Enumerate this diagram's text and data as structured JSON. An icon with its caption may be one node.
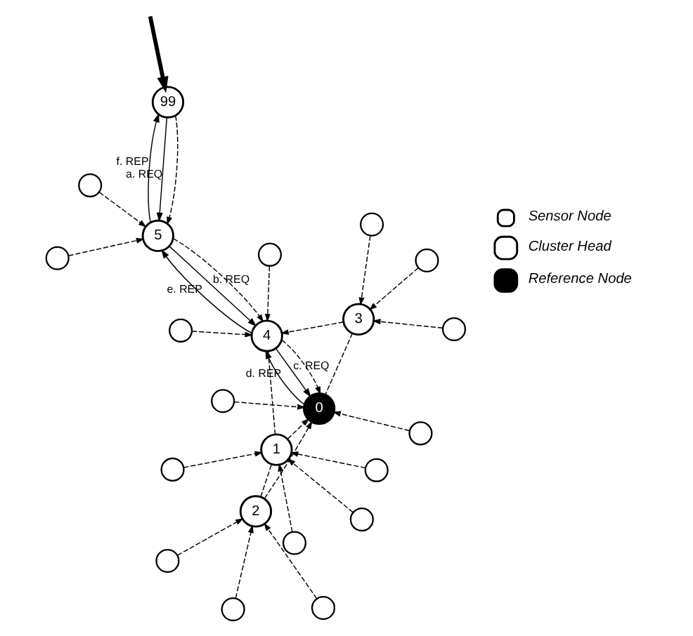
{
  "diagram": {
    "nodes": [
      {
        "text": [],
        "shape": "circle"
      },
      {
        "text": [],
        "shape": "circle"
      },
      {
        "text": [],
        "shape": "circle"
      },
      {
        "text": [
          "2"
        ]
      },
      {
        "text": [],
        "shape": "circle"
      },
      {
        "text": [],
        "shape": "circle"
      },
      {
        "text": [],
        "shape": "circle"
      },
      {
        "text": [],
        "shape": "circle"
      },
      {
        "text": [
          "1"
        ]
      },
      {
        "text": [
          "0"
        ]
      },
      {
        "text": [],
        "shape": "circle"
      },
      {
        "text": [],
        "shape": "circle"
      },
      {
        "text": [],
        "shape": "circle"
      },
      {
        "text": [],
        "shape": "circle"
      },
      {
        "text": [
          "3"
        ]
      },
      {
        "text": [
          "4"
        ]
      },
      {
        "text": [],
        "shape": "circle"
      },
      {
        "text": [],
        "shape": "circle"
      },
      {
        "text": [],
        "shape": "circle"
      },
      {
        "text": [],
        "shape": "circle"
      },
      {
        "text": [
          "5"
        ]
      },
      {
        "text": [],
        "shape": "circle"
      },
      {
        "text": [
          "99"
        ]
      }
    ],
    "edges": [
      {
        "from": 0,
        "to": 3,
        "arrow": "to",
        "style": "dashed"
      },
      {
        "from": 1,
        "to": 3,
        "arrow": "to",
        "style": "dashed"
      },
      {
        "from": 2,
        "to": 3,
        "arrow": "to",
        "style": "dashed"
      },
      {
        "from": 3,
        "to": 8,
        "arrow": "none",
        "style": "dashed"
      },
      {
        "from": 3,
        "to": 9,
        "arrow": "to",
        "style": "dashed"
      },
      {
        "from": 4,
        "to": 8,
        "arrow": "to",
        "style": "dashed"
      },
      {
        "from": 5,
        "to": 8,
        "arrow": "to",
        "style": "dashed"
      },
      {
        "from": 10,
        "to": 8,
        "arrow": "to",
        "style": "dashed"
      },
      {
        "from": 12,
        "to": 8,
        "arrow": "to",
        "style": "dashed"
      },
      {
        "from": 8,
        "to": 9,
        "arrow": "to",
        "style": "dashed"
      },
      {
        "from": 8,
        "to": 15,
        "arrow": "none",
        "style": "dashed"
      },
      {
        "from": 6,
        "to": 9,
        "arrow": "to",
        "style": "dashed"
      },
      {
        "from": 7,
        "to": 9,
        "arrow": "to",
        "style": "dashed"
      },
      {
        "from": 14,
        "to": 9,
        "arrow": "none",
        "style": "dashed"
      },
      {
        "from": 11,
        "to": 14,
        "arrow": "to",
        "style": "dashed"
      },
      {
        "from": 13,
        "to": 14,
        "arrow": "to",
        "style": "dashed"
      },
      {
        "from": 16,
        "to": 14,
        "arrow": "to",
        "style": "dashed"
      },
      {
        "from": 14,
        "to": 15,
        "arrow": "to",
        "style": "dashed"
      },
      {
        "from": 15,
        "to": 9,
        "arrow": "to",
        "style": "dashed"
      },
      {
        "from": 17,
        "to": 15,
        "arrow": "to",
        "style": "dashed"
      },
      {
        "from": 18,
        "to": 15,
        "arrow": "to",
        "style": "dashed"
      },
      {
        "from": 20,
        "to": 15,
        "arrow": "to",
        "style": "dashed"
      },
      {
        "from": 19,
        "to": 20,
        "arrow": "to",
        "style": "dashed"
      },
      {
        "from": 21,
        "to": 20,
        "arrow": "to",
        "style": "dashed"
      },
      {
        "from": 22,
        "to": 20,
        "arrow": "to",
        "style": "dashed"
      },
      {
        "from": 22,
        "to": 20,
        "arrow": "to",
        "label": "a. REQ"
      },
      {
        "from": 20,
        "to": 15,
        "arrow": "to",
        "label": "b. REQ"
      },
      {
        "from": 15,
        "to": 9,
        "arrow": "to",
        "label": "c. REQ"
      },
      {
        "from": 9,
        "to": 15,
        "arrow": "to",
        "label": "d. REP"
      },
      {
        "from": 15,
        "to": 20,
        "arrow": "to",
        "label": "e. REP"
      },
      {
        "from": 20,
        "to": 22,
        "arrow": "to",
        "label": "f. REP"
      },
      {
        "from": null,
        "to": 22,
        "arrow": "to",
        "style": "thick"
      }
    ],
    "legend": [
      {
        "text": "Sensor Node"
      },
      {
        "text": "Cluster Head"
      },
      {
        "text": "Reference Node"
      }
    ]
  }
}
